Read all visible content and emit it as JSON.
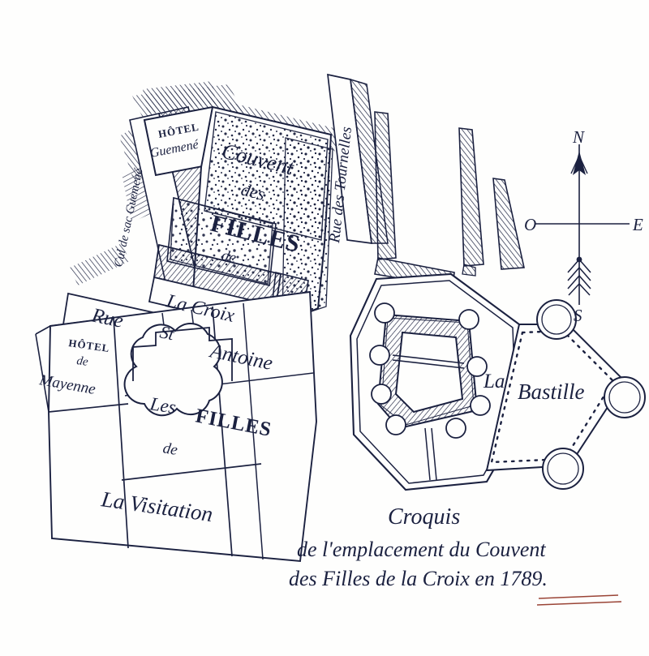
{
  "document": {
    "kind": "historical-map-sketch",
    "background_color": "#fefefd",
    "ink_color": "#1b2140",
    "accent_color": "#9a4436"
  },
  "caption": {
    "line1": "Croquis",
    "line2": "de l'emplacement du Couvent",
    "line3": "des Filles de la Croix  en 1789.",
    "rule_color": "#9a4436"
  },
  "compass": {
    "north": "N",
    "south": "S",
    "east": "E",
    "west": "O"
  },
  "streets": [
    {
      "id": "tournelles",
      "label": "Rue des Tournelles"
    },
    {
      "id": "st-antoine-rue",
      "label": "Rue"
    },
    {
      "id": "st-antoine-st",
      "label": "St"
    },
    {
      "id": "st-antoine-antoine",
      "label": "Antoine"
    },
    {
      "id": "cul-de-sac",
      "label": "Cul de sac Guemené"
    }
  ],
  "blocks": [
    {
      "id": "hotel-guemene",
      "line1": "HÔTEL",
      "line2": "Guemené"
    },
    {
      "id": "hotel-mayenne",
      "line1": "HÔTEL",
      "line2": "de",
      "line3": "Mayenne"
    },
    {
      "id": "couvent",
      "word1": "Couvent",
      "word2": "des",
      "word3": "FILLES",
      "word4": "de",
      "word5": "La Croix"
    },
    {
      "id": "filles-sud",
      "word1": "Les",
      "word2": "FILLES",
      "word3": "de"
    },
    {
      "id": "visitation",
      "label": "La  Visitation"
    }
  ],
  "bastille": {
    "label_la": "La",
    "label_name": "Bastille"
  }
}
